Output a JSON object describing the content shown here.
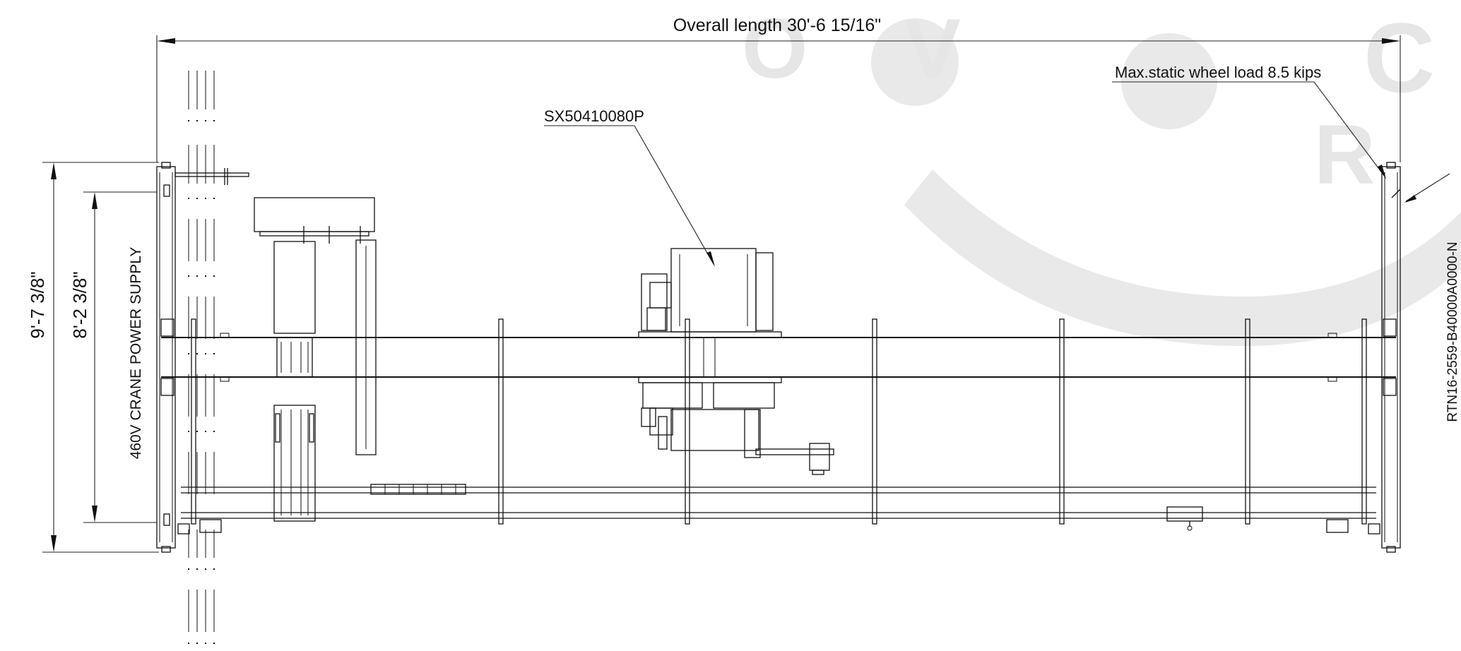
{
  "drawing": {
    "dimensions": {
      "overall_length": "Overall length 30'-6 15/16\"",
      "outer_span": "9'-7 3/8\"",
      "inner_span": "8'-2 3/8\""
    },
    "labels": {
      "power_supply": "460V CRANE POWER SUPPLY",
      "hoist_part_number": "SX50410080P",
      "wheel_load": "Max.static wheel load 8.5  kips",
      "end_truck_part_number": "RTN16-2559-B40000A0000-N"
    },
    "watermark": {
      "letters": [
        "O",
        "V",
        "C",
        "R"
      ]
    },
    "colors": {
      "line": "#111111",
      "watermark": "#e9e9e9",
      "background": "#ffffff"
    }
  }
}
